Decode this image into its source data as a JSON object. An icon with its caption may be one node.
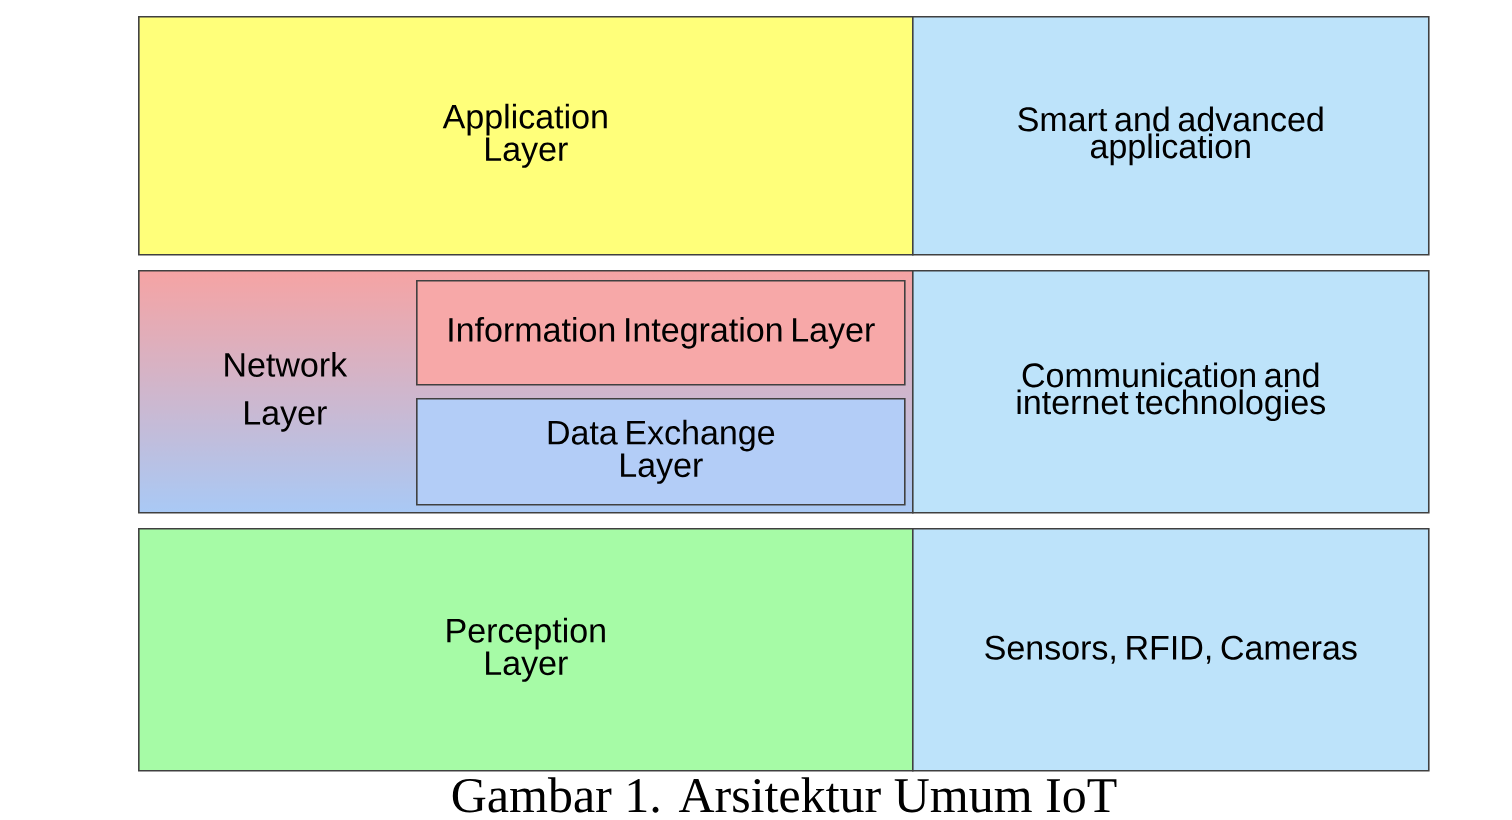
{
  "diagram": {
    "caption": "Gambar 1. Arsitektur Umum IoT",
    "nodes": [
      {
        "text": [
          "Application Layer"
        ]
      },
      {
        "text": [
          "Smart and advanced application"
        ]
      },
      {
        "text": [
          "Network Layer"
        ]
      },
      {
        "text": [
          "Information Integration Layer"
        ],
        "in": 2
      },
      {
        "text": [
          "Data Exchange Layer"
        ],
        "in": 2
      },
      {
        "text": [
          "Communication and internet technologies"
        ]
      },
      {
        "text": [
          "Perception Layer"
        ]
      },
      {
        "text": [
          "Sensors, RFID, Cameras"
        ]
      }
    ],
    "edges": []
  }
}
